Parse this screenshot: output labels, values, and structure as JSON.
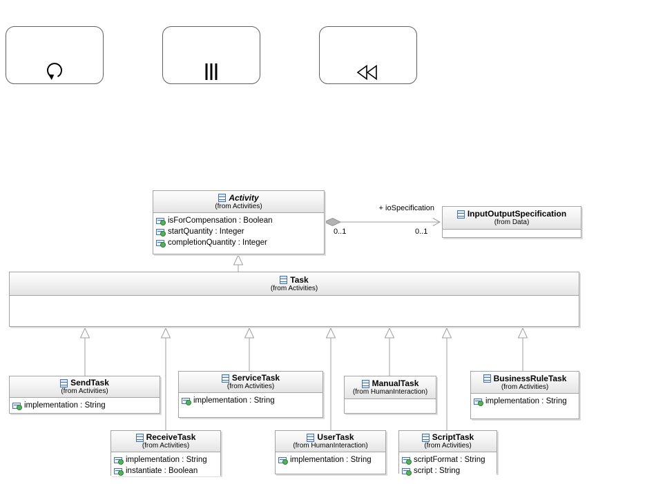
{
  "markers": {
    "loop": {
      "icon": "loop-icon"
    },
    "parallel": {
      "icon": "parallel-bars-icon"
    },
    "compensation": {
      "icon": "compensation-rewind-icon"
    }
  },
  "classes": {
    "activity": {
      "title": "Activity",
      "from": "(from Activities)",
      "abstract": true,
      "attributes": [
        "isForCompensation : Boolean",
        "startQuantity : Integer",
        "completionQuantity : Integer"
      ]
    },
    "input_output_specification": {
      "title": "InputOutputSpecification",
      "from": "(from Data)",
      "attributes": []
    },
    "task": {
      "title": "Task",
      "from": "(from Activities)",
      "attributes": []
    },
    "send_task": {
      "title": "SendTask",
      "from": "(from Activities)",
      "attributes": [
        "implementation : String"
      ]
    },
    "service_task": {
      "title": "ServiceTask",
      "from": "(from Activities)",
      "attributes": [
        "implementation : String"
      ]
    },
    "manual_task": {
      "title": "ManualTask",
      "from": "(from HumanInteraction)",
      "attributes": []
    },
    "business_rule_task": {
      "title": "BusinessRuleTask",
      "from": "(from Activities)",
      "attributes": [
        "implementation : String"
      ]
    },
    "receive_task": {
      "title": "ReceiveTask",
      "from": "(from Activities)",
      "attributes": [
        "implementation : String",
        "instantiate : Boolean"
      ]
    },
    "user_task": {
      "title": "UserTask",
      "from": "(from HumanInteraction)",
      "attributes": [
        "implementation : String"
      ]
    },
    "script_task": {
      "title": "ScriptTask",
      "from": "(from Activities)",
      "attributes": [
        "scriptFormat : String",
        "script : String"
      ]
    }
  },
  "association": {
    "label": "+ ioSpecification",
    "source_multiplicity": "0..1",
    "target_multiplicity": "0..1"
  },
  "colors": {
    "line_gray": "#9e9e9e",
    "diamond_fill": "#b3b3b3",
    "icon_blue": "#4472a8",
    "icon_green": "#53b15a"
  }
}
